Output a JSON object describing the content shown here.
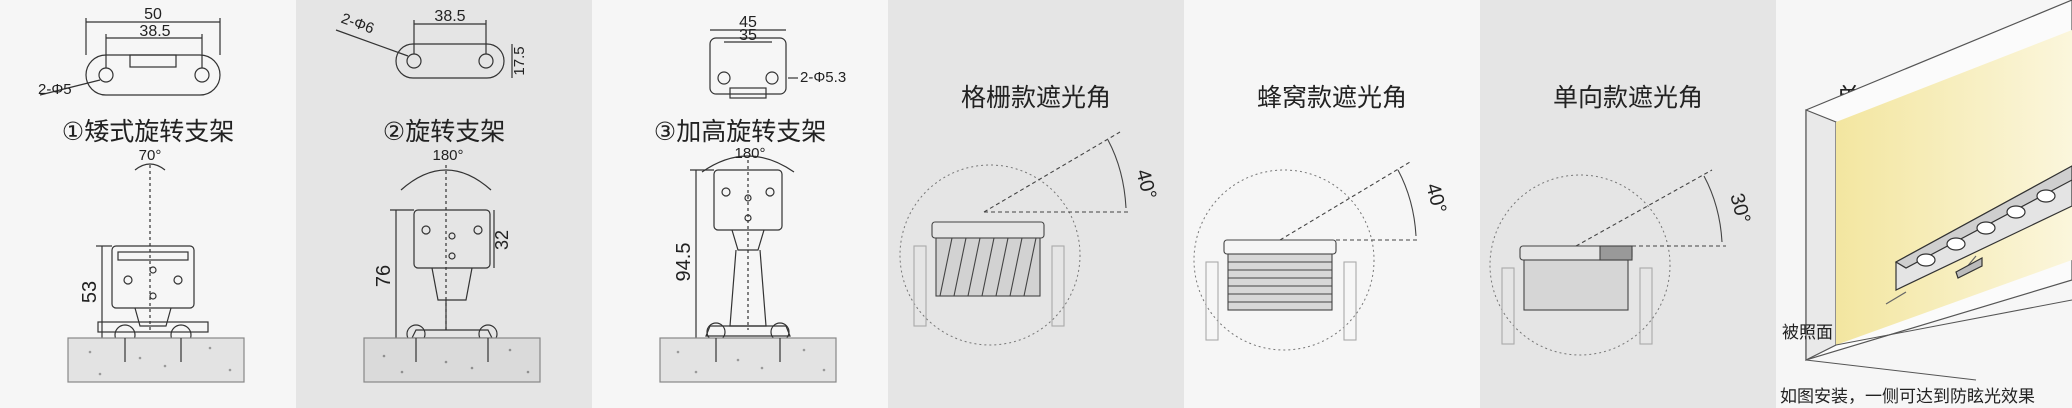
{
  "colors": {
    "panel_light": "#f6f6f6",
    "panel_dark": "#e5e5e5",
    "line": "#333333",
    "glow": "#f5eaa8"
  },
  "panels": [
    {
      "title": "①矮式旋转支架",
      "dims": {
        "width_outer": "50",
        "width_inner": "38.5",
        "hole": "2-Φ5",
        "angle": "70°",
        "height": "53"
      }
    },
    {
      "title": "②旋转支架",
      "dims": {
        "width": "38.5",
        "hole": "2-Φ6",
        "depth": "17.5",
        "angle": "180°",
        "height": "76",
        "bracket": "32"
      }
    },
    {
      "title": "③加高旋转支架",
      "dims": {
        "width_outer": "45",
        "width_inner": "35",
        "hole": "2-Φ5.3",
        "angle": "180°",
        "height": "94.5"
      }
    },
    {
      "title": "格栅款遮光角",
      "angle": "40°"
    },
    {
      "title": "蜂窝款遮光角",
      "angle": "40°"
    },
    {
      "title": "单向款遮光角",
      "angle": "30°"
    },
    {
      "title": "单向款安装示意",
      "surface_label": "被照面",
      "caption": "如图安装，一侧可达到防眩光效果"
    }
  ]
}
